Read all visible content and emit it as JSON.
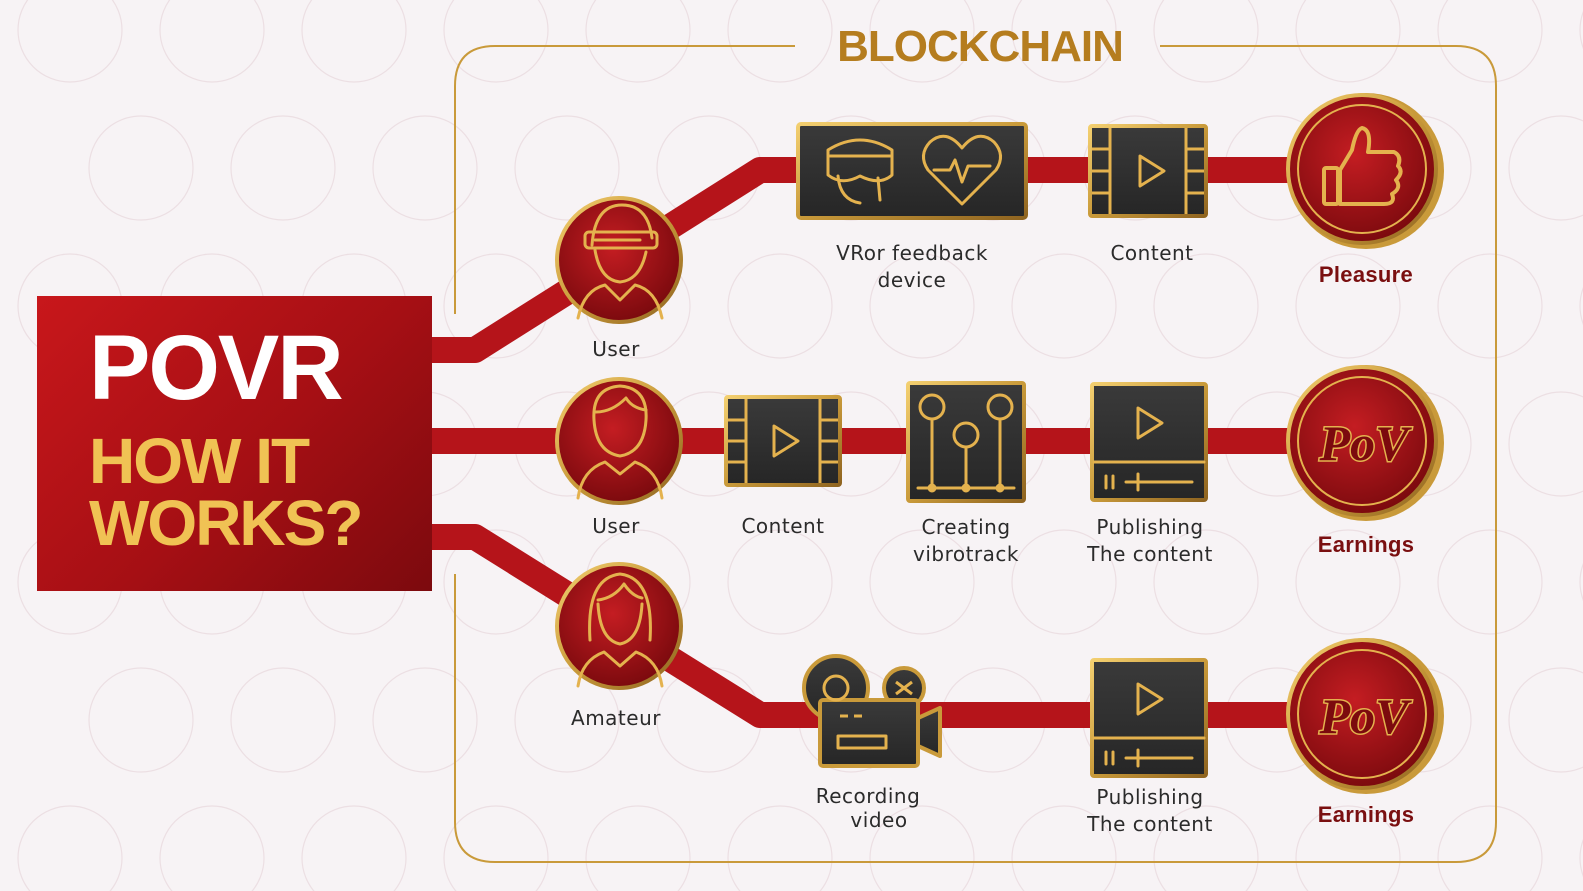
{
  "title": "BLOCKCHAIN",
  "hero": {
    "brand": "POVR",
    "subtitle_line1": "HOW IT",
    "subtitle_line2": "WORKS?"
  },
  "rows": [
    {
      "actor": "User",
      "steps": [
        {
          "icon": "vr-headset-heart-icon",
          "line1": "VRor feedback",
          "line2": "device"
        },
        {
          "icon": "film-play-icon",
          "line1": "Content",
          "line2": ""
        }
      ],
      "result": {
        "icon": "thumbs-up-icon",
        "label": "Pleasure"
      }
    },
    {
      "actor": "User",
      "steps": [
        {
          "icon": "film-play-icon",
          "line1": "Content",
          "line2": ""
        },
        {
          "icon": "equalizer-icon",
          "line1": "Creating",
          "line2": "vibrotrack"
        },
        {
          "icon": "video-player-icon",
          "line1": "Publishing",
          "line2": "The content"
        }
      ],
      "result": {
        "icon": "povr-coin-icon",
        "label": "Earnings"
      }
    },
    {
      "actor": "Amateur",
      "steps": [
        {
          "icon": "movie-camera-icon",
          "line1": "Recording",
          "line2": "video"
        },
        {
          "icon": "video-player-icon",
          "line1": "Publishing",
          "line2": "The content"
        }
      ],
      "result": {
        "icon": "povr-coin-icon",
        "label": "Earnings"
      }
    }
  ],
  "coin_text": "PoV",
  "colors": {
    "red": "#b5141a",
    "dark_red": "#7a0f10",
    "gold": "#c99a3a",
    "title_gold": "#b57d1f",
    "yellow": "#f0c254",
    "box_dark": "#2f2f2f",
    "text": "#2b2b2b",
    "background": "#f7f3f5"
  }
}
